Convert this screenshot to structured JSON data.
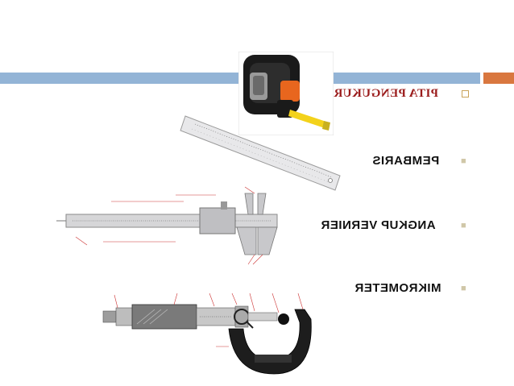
{
  "items": [
    {
      "label": "PITA PENGUKUR"
    },
    {
      "label": "PEMBARIS"
    },
    {
      "label": "ANGKUP VERNIER"
    },
    {
      "label": "MIKROMETER"
    }
  ],
  "colors": {
    "bar": "#93b4d6",
    "accent": "#d9773f",
    "first_item": "#9a1b1b"
  }
}
